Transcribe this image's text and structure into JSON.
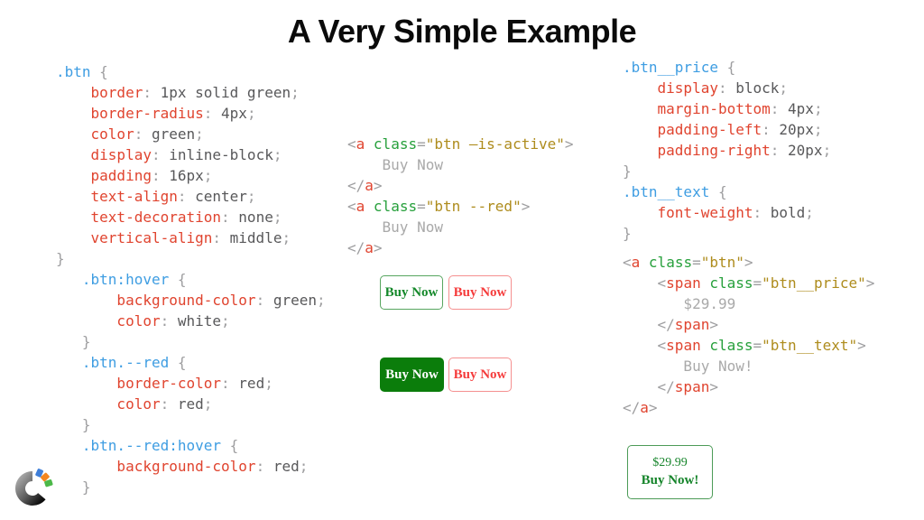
{
  "title": "A Very Simple Example",
  "colors": {
    "syntax-selector": "#3e9de2",
    "syntax-property": "#e0442f",
    "syntax-tag": "#e0442f",
    "syntax-attr": "#27a03c",
    "syntax-string": "#ae8c1d",
    "syntax-value": "#58585a",
    "syntax-punct": "#9e9ea0",
    "syntax-text": "#a9a9a9",
    "green-fill": "#0b7d0b",
    "green-text": "#14882a",
    "green-border": "#57a55f",
    "red-text": "#f53c3c",
    "red-border": "#f59090",
    "price-green": "#15842a",
    "price-border": "#4c9b57",
    "logo-blue": "#3f7fd9",
    "logo-orange": "#f4861e",
    "logo-green": "#4cb848",
    "logo-arc-start": "#a8a8a8",
    "logo-arc-mid": "#5a5a5a",
    "logo-arc-end": "#0d0d0d"
  },
  "code_blocks": {
    "left_css": {
      "lines": [
        {
          "tokens": [
            [
              "sel",
              ".btn"
            ],
            [
              "pun",
              " {"
            ]
          ]
        },
        {
          "tokens": [
            [
              "prop",
              "    border"
            ],
            [
              "pun",
              ": "
            ],
            [
              "val",
              "1px solid green"
            ],
            [
              "pun",
              ";"
            ]
          ]
        },
        {
          "tokens": [
            [
              "prop",
              "    border-radius"
            ],
            [
              "pun",
              ": "
            ],
            [
              "val",
              "4px"
            ],
            [
              "pun",
              ";"
            ]
          ]
        },
        {
          "tokens": [
            [
              "prop",
              "    color"
            ],
            [
              "pun",
              ": "
            ],
            [
              "val",
              "green"
            ],
            [
              "pun",
              ";"
            ]
          ]
        },
        {
          "tokens": [
            [
              "prop",
              "    display"
            ],
            [
              "pun",
              ": "
            ],
            [
              "val",
              "inline-block"
            ],
            [
              "pun",
              ";"
            ]
          ]
        },
        {
          "tokens": [
            [
              "prop",
              "    padding"
            ],
            [
              "pun",
              ": "
            ],
            [
              "val",
              "16px"
            ],
            [
              "pun",
              ";"
            ]
          ]
        },
        {
          "tokens": [
            [
              "prop",
              "    text-align"
            ],
            [
              "pun",
              ": "
            ],
            [
              "val",
              "center"
            ],
            [
              "pun",
              ";"
            ]
          ]
        },
        {
          "tokens": [
            [
              "prop",
              "    text-decoration"
            ],
            [
              "pun",
              ": "
            ],
            [
              "val",
              "none"
            ],
            [
              "pun",
              ";"
            ]
          ]
        },
        {
          "tokens": [
            [
              "prop",
              "    vertical-align"
            ],
            [
              "pun",
              ": "
            ],
            [
              "val",
              "middle"
            ],
            [
              "pun",
              ";"
            ]
          ]
        },
        {
          "tokens": [
            [
              "pun",
              "}"
            ]
          ]
        },
        {
          "tokens": [
            [
              "sel",
              "   .btn:hover"
            ],
            [
              "pun",
              " {"
            ]
          ]
        },
        {
          "tokens": [
            [
              "prop",
              "       background-color"
            ],
            [
              "pun",
              ": "
            ],
            [
              "val",
              "green"
            ],
            [
              "pun",
              ";"
            ]
          ]
        },
        {
          "tokens": [
            [
              "prop",
              "       color"
            ],
            [
              "pun",
              ": "
            ],
            [
              "val",
              "white"
            ],
            [
              "pun",
              ";"
            ]
          ]
        },
        {
          "tokens": [
            [
              "pun",
              "   }"
            ]
          ]
        },
        {
          "tokens": [
            [
              "sel",
              "   .btn.--red"
            ],
            [
              "pun",
              " {"
            ]
          ]
        },
        {
          "tokens": [
            [
              "prop",
              "       border-color"
            ],
            [
              "pun",
              ": "
            ],
            [
              "val",
              "red"
            ],
            [
              "pun",
              ";"
            ]
          ]
        },
        {
          "tokens": [
            [
              "prop",
              "       color"
            ],
            [
              "pun",
              ": "
            ],
            [
              "val",
              "red"
            ],
            [
              "pun",
              ";"
            ]
          ]
        },
        {
          "tokens": [
            [
              "pun",
              "   }"
            ]
          ]
        },
        {
          "tokens": [
            [
              "sel",
              "   .btn.--red:hover"
            ],
            [
              "pun",
              " {"
            ]
          ]
        },
        {
          "tokens": [
            [
              "prop",
              "       background-color"
            ],
            [
              "pun",
              ": "
            ],
            [
              "val",
              "red"
            ],
            [
              "pun",
              ";"
            ]
          ]
        },
        {
          "tokens": [
            [
              "pun",
              "   }"
            ]
          ]
        }
      ]
    },
    "middle_html": {
      "lines": [
        {
          "tokens": [
            [
              "pun",
              "<"
            ],
            [
              "tag",
              "a"
            ],
            [
              "pun",
              " "
            ],
            [
              "attr",
              "class"
            ],
            [
              "pun",
              "="
            ],
            [
              "str",
              "\"btn —is-active\""
            ],
            [
              "pun",
              ">"
            ]
          ]
        },
        {
          "tokens": [
            [
              "txt",
              "    Buy Now"
            ]
          ]
        },
        {
          "tokens": [
            [
              "pun",
              "</"
            ],
            [
              "tag",
              "a"
            ],
            [
              "pun",
              ">"
            ]
          ]
        },
        {
          "tokens": [
            [
              "pun",
              "<"
            ],
            [
              "tag",
              "a"
            ],
            [
              "pun",
              " "
            ],
            [
              "attr",
              "class"
            ],
            [
              "pun",
              "="
            ],
            [
              "str",
              "\"btn --red\""
            ],
            [
              "pun",
              ">"
            ]
          ]
        },
        {
          "tokens": [
            [
              "txt",
              "    Buy Now"
            ]
          ]
        },
        {
          "tokens": [
            [
              "pun",
              "</"
            ],
            [
              "tag",
              "a"
            ],
            [
              "pun",
              ">"
            ]
          ]
        }
      ]
    },
    "right_mixed": {
      "lines": [
        {
          "tokens": [
            [
              "sel",
              ".btn__price"
            ],
            [
              "pun",
              " {"
            ]
          ]
        },
        {
          "tokens": [
            [
              "prop",
              "    display"
            ],
            [
              "pun",
              ": "
            ],
            [
              "val",
              "block"
            ],
            [
              "pun",
              ";"
            ]
          ]
        },
        {
          "tokens": [
            [
              "prop",
              "    margin-bottom"
            ],
            [
              "pun",
              ": "
            ],
            [
              "val",
              "4px"
            ],
            [
              "pun",
              ";"
            ]
          ]
        },
        {
          "tokens": [
            [
              "prop",
              "    padding-left"
            ],
            [
              "pun",
              ": "
            ],
            [
              "val",
              "20px"
            ],
            [
              "pun",
              ";"
            ]
          ]
        },
        {
          "tokens": [
            [
              "prop",
              "    padding-right"
            ],
            [
              "pun",
              ": "
            ],
            [
              "val",
              "20px"
            ],
            [
              "pun",
              ";"
            ]
          ]
        },
        {
          "tokens": [
            [
              "pun",
              "}"
            ]
          ]
        },
        {
          "tokens": [
            [
              "sel",
              ".btn__text"
            ],
            [
              "pun",
              " {"
            ]
          ]
        },
        {
          "tokens": [
            [
              "prop",
              "    font-weight"
            ],
            [
              "pun",
              ": "
            ],
            [
              "val",
              "bold"
            ],
            [
              "pun",
              ";"
            ]
          ]
        },
        {
          "tokens": [
            [
              "pun",
              "}"
            ]
          ]
        },
        {
          "spacer": true
        },
        {
          "tokens": [
            [
              "pun",
              "<"
            ],
            [
              "tag",
              "a"
            ],
            [
              "pun",
              " "
            ],
            [
              "attr",
              "class"
            ],
            [
              "pun",
              "="
            ],
            [
              "str",
              "\"btn\""
            ],
            [
              "pun",
              ">"
            ]
          ]
        },
        {
          "tokens": [
            [
              "pun",
              "    <"
            ],
            [
              "tag",
              "span"
            ],
            [
              "pun",
              " "
            ],
            [
              "attr",
              "class"
            ],
            [
              "pun",
              "="
            ],
            [
              "str",
              "\"btn__price\""
            ],
            [
              "pun",
              ">"
            ]
          ]
        },
        {
          "tokens": [
            [
              "txt",
              "       $29.99"
            ]
          ]
        },
        {
          "tokens": [
            [
              "pun",
              "    </"
            ],
            [
              "tag",
              "span"
            ],
            [
              "pun",
              ">"
            ]
          ]
        },
        {
          "tokens": [
            [
              "pun",
              "    <"
            ],
            [
              "tag",
              "span"
            ],
            [
              "pun",
              " "
            ],
            [
              "attr",
              "class"
            ],
            [
              "pun",
              "="
            ],
            [
              "str",
              "\"btn__text\""
            ],
            [
              "pun",
              ">"
            ]
          ]
        },
        {
          "tokens": [
            [
              "txt",
              "       Buy Now!"
            ]
          ]
        },
        {
          "tokens": [
            [
              "pun",
              "    </"
            ],
            [
              "tag",
              "span"
            ],
            [
              "pun",
              ">"
            ]
          ]
        },
        {
          "tokens": [
            [
              "pun",
              "</"
            ],
            [
              "tag",
              "a"
            ],
            [
              "pun",
              ">"
            ]
          ]
        }
      ]
    }
  },
  "demo_buttons": {
    "row1": [
      {
        "label": "Buy Now"
      },
      {
        "label": "Buy Now"
      }
    ],
    "row2": [
      {
        "label": "Buy Now"
      },
      {
        "label": "Buy Now"
      }
    ],
    "price_button": {
      "price": "$29.99",
      "label": "Buy Now!"
    }
  }
}
